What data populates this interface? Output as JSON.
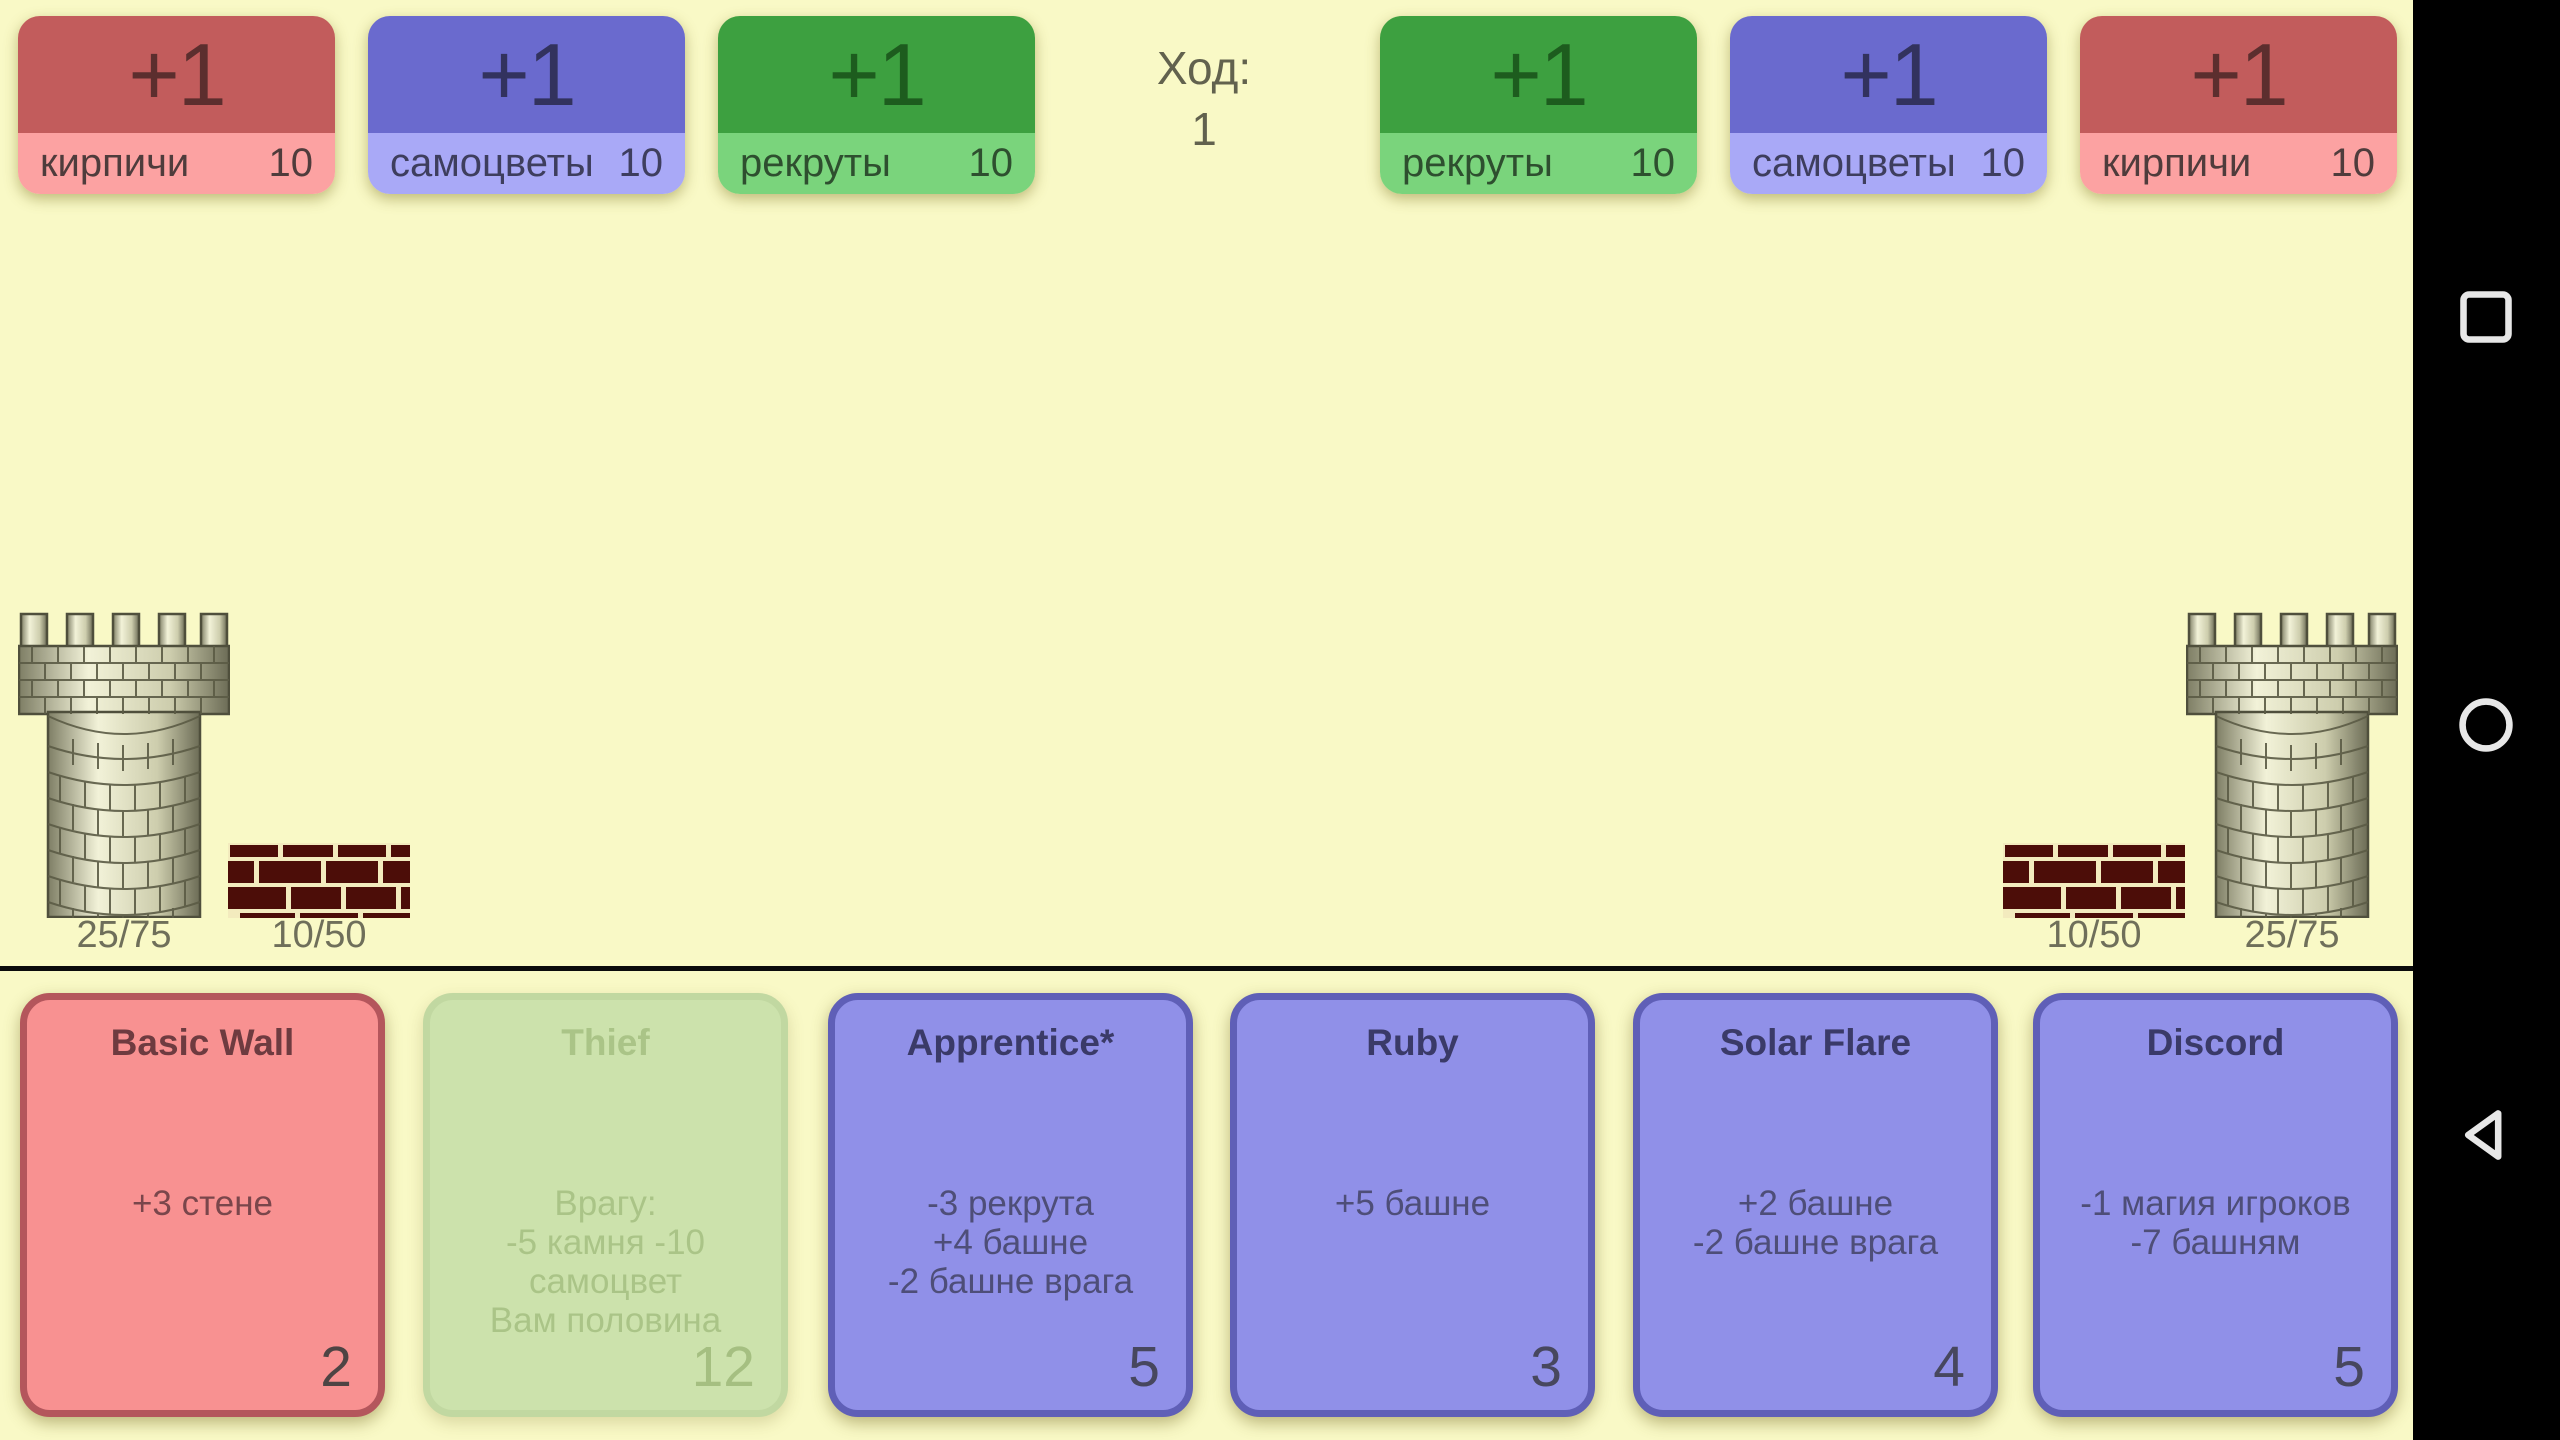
{
  "colors": {
    "background": "#F9F9C6",
    "navbar": "#000000",
    "nav_icon": "#E7E7E7",
    "resource_red_top": "#C25C5C",
    "resource_red_bottom": "#FCA2A2",
    "resource_blue_top": "#6A6ACE",
    "resource_blue_bottom": "#A9A9F7",
    "resource_green_top": "#3DA040",
    "resource_green_bottom": "#7AD47C",
    "hand_red": "#F89191",
    "hand_green_disabled": "#CCE2AC",
    "hand_blue": "#9090E8",
    "brick_wall": "#4C0D08",
    "stone_tower": "#EFEFD2"
  },
  "turn": {
    "label": "Ход:",
    "value": "1"
  },
  "resources": [
    {
      "id": "bricks-left",
      "gain": "+1",
      "label": "кирпичи",
      "value": "10",
      "variant": "red"
    },
    {
      "id": "gems-left",
      "gain": "+1",
      "label": "самоцветы",
      "value": "10",
      "variant": "blue"
    },
    {
      "id": "recruits-left",
      "gain": "+1",
      "label": "рекруты",
      "value": "10",
      "variant": "green"
    },
    {
      "id": "recruits-right",
      "gain": "+1",
      "label": "рекруты",
      "value": "10",
      "variant": "green"
    },
    {
      "id": "gems-right",
      "gain": "+1",
      "label": "самоцветы",
      "value": "10",
      "variant": "blue"
    },
    {
      "id": "bricks-right",
      "gain": "+1",
      "label": "кирпичи",
      "value": "10",
      "variant": "red"
    }
  ],
  "battlefield": {
    "left": {
      "tower": "25/75",
      "wall": "10/50"
    },
    "right": {
      "wall": "10/50",
      "tower": "25/75"
    }
  },
  "hand": [
    {
      "name": "Basic Wall",
      "desc": "+3 стене",
      "cost": "2",
      "variant": "red",
      "disabled": false
    },
    {
      "name": "Thief",
      "desc": "Врагу:\n-5 камня -10\nсамоцвет\nВам половина",
      "cost": "12",
      "variant": "green",
      "disabled": true
    },
    {
      "name": "Apprentice*",
      "desc": "-3 рекрута\n+4 башне\n-2 башне врага",
      "cost": "5",
      "variant": "blue",
      "disabled": false
    },
    {
      "name": "Ruby",
      "desc": "+5 башне",
      "cost": "3",
      "variant": "blue",
      "disabled": false
    },
    {
      "name": "Solar Flare",
      "desc": "+2 башне\n-2 башне врага",
      "cost": "4",
      "variant": "blue",
      "disabled": false
    },
    {
      "name": "Discord",
      "desc": "-1 магия игроков\n-7 башням",
      "cost": "5",
      "variant": "blue",
      "disabled": false
    }
  ],
  "navbar": {
    "icons": [
      "recents-square",
      "home-circle",
      "back-triangle"
    ]
  }
}
